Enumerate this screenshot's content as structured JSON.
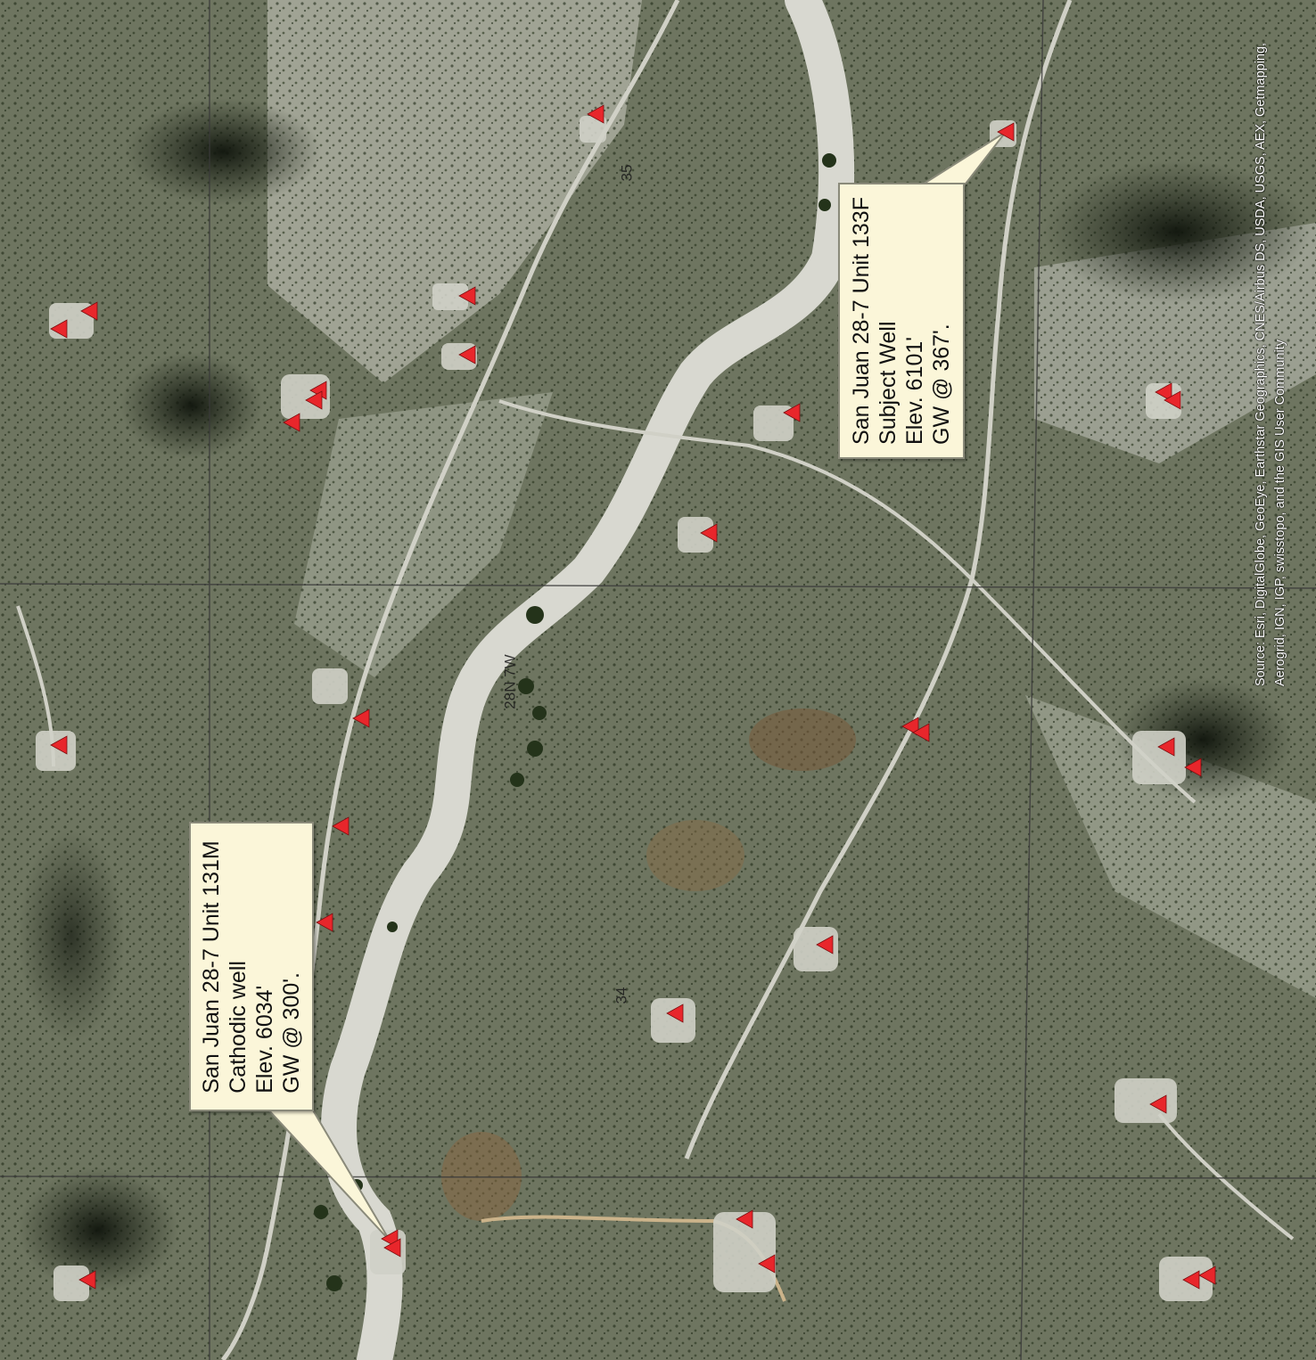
{
  "map": {
    "grid_labels": {
      "section_35": "35",
      "section_34": "34",
      "township": "28N 7W"
    },
    "callouts": {
      "subject_well": {
        "line1": "San Juan 28-7 Unit 133F",
        "line2": "Subject Well",
        "line3": "Elev. 6101'",
        "line4": "GW @ 367'."
      },
      "cathodic_well": {
        "line1": "San Juan 28-7 Unit 131M",
        "line2": "Cathodic well",
        "line3": "Elev. 6034'",
        "line4": "GW @ 300'."
      }
    },
    "attribution": "Source: Esri, DigitalGlobe, GeoEye, Earthstar Geographics, CNES/Airbus DS, USDA, USGS, AEX, Getmapping, Aerogrid, IGN, IGP, swisstopo, and the GIS User Community",
    "colors": {
      "well_marker": "#e8262b",
      "callout_fill": "#fbf6d9",
      "vegetation": "#3d4a2f",
      "bare_ground": "#c4c6bc",
      "arroyo": "#dcdcd6",
      "grid_line": "#3a3a3a"
    }
  }
}
